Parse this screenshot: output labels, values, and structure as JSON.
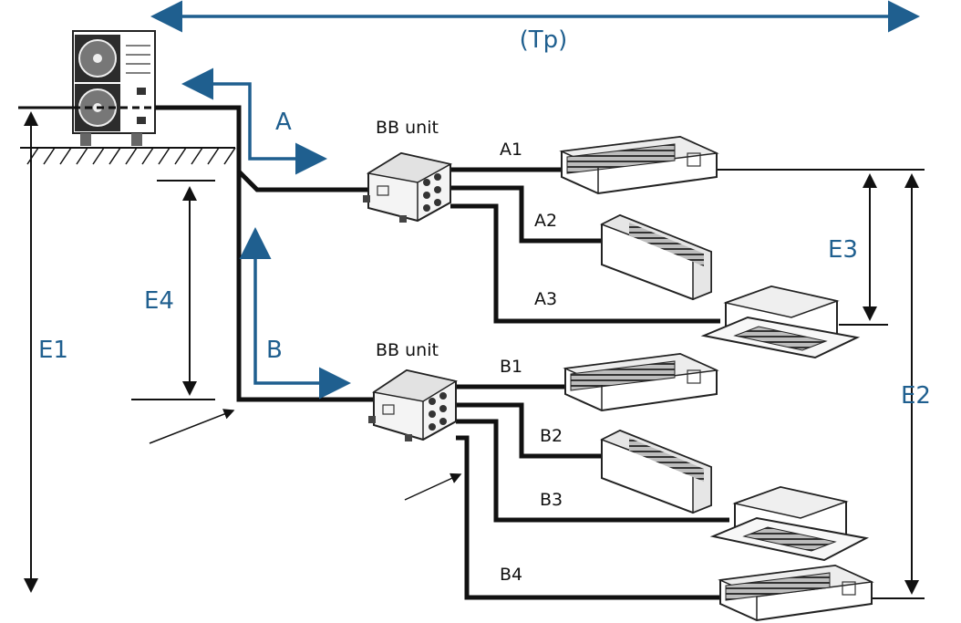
{
  "diagram": {
    "top_span_label": "(Tp)",
    "main_branch_label": "A",
    "second_branch_label": "B",
    "bb_unit_top_label": "BB unit",
    "bb_unit_bottom_label": "BB unit",
    "height_labels": {
      "e1": "E1",
      "e2": "E2",
      "e3": "E3",
      "e4": "E4"
    },
    "group_a": [
      "A1",
      "A2",
      "A3"
    ],
    "group_b": [
      "B1",
      "B2",
      "B3",
      "B4"
    ],
    "colors": {
      "accent": "#1f5f8f",
      "pipe": "#111111"
    }
  }
}
